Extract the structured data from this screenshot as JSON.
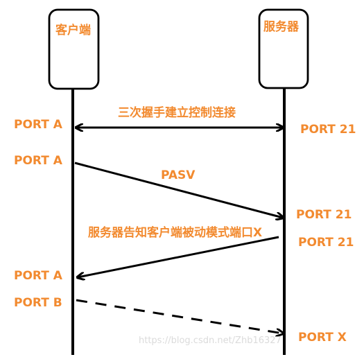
{
  "colors": {
    "accent": "#f28a2f",
    "line": "#000000"
  },
  "actors": [
    {
      "id": "client",
      "label": "客户端"
    },
    {
      "id": "server",
      "label": "服务器"
    }
  ],
  "messages": [
    {
      "id": "m1",
      "label": "三次握手建立控制连接",
      "from_port": "PORT A",
      "to_port": "PORT 21",
      "direction": "both",
      "style": "solid"
    },
    {
      "id": "m2",
      "label": "PASV",
      "from_port": "PORT A",
      "to_port": "PORT 21",
      "direction": "client-to-server",
      "style": "solid"
    },
    {
      "id": "m3",
      "label": "服务器告知客户端被动模式端口X",
      "from_port": "PORT 21",
      "to_port": "PORT A",
      "direction": "server-to-client",
      "style": "solid"
    },
    {
      "id": "m4",
      "label": "",
      "from_port": "PORT B",
      "to_port": "PORT X",
      "direction": "client-to-server",
      "style": "dashed"
    }
  ],
  "watermark": "https://blog.csdn.net/Zhb16327"
}
